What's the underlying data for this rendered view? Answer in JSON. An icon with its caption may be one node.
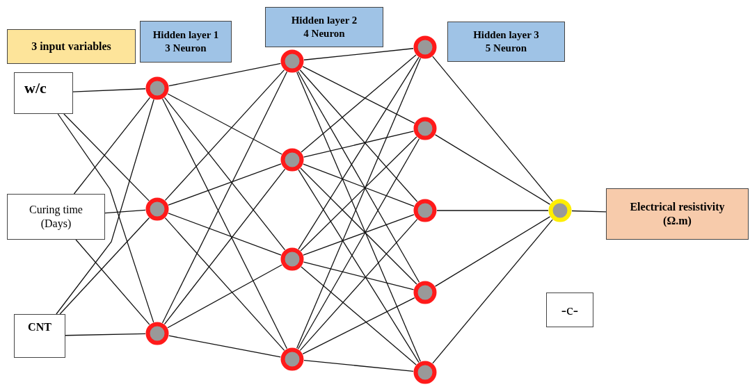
{
  "diagram": {
    "nodes": [
      {
        "text": [
          "3 input variables"
        ]
      },
      {
        "text": [
          "Hidden layer 1",
          "3 Neuron"
        ]
      },
      {
        "text": [
          "Hidden layer 2",
          "4 Neuron"
        ]
      },
      {
        "text": [
          "Hidden layer 3",
          "5 Neuron"
        ]
      },
      {
        "text": [
          "w/c"
        ]
      },
      {
        "text": [
          "Curing time (Days)"
        ]
      },
      {
        "text": [
          "CNT"
        ]
      },
      {
        "text": [],
        "shape": "circle"
      },
      {
        "text": [],
        "shape": "circle"
      },
      {
        "text": [],
        "shape": "circle"
      },
      {
        "text": [],
        "shape": "circle"
      },
      {
        "text": [],
        "shape": "circle"
      },
      {
        "text": [],
        "shape": "circle"
      },
      {
        "text": [],
        "shape": "circle"
      },
      {
        "text": [],
        "shape": "circle"
      },
      {
        "text": [],
        "shape": "circle"
      },
      {
        "text": [],
        "shape": "circle"
      },
      {
        "text": [],
        "shape": "circle"
      },
      {
        "text": [],
        "shape": "circle"
      },
      {
        "text": [],
        "shape": "circle"
      },
      {
        "text": [
          "Electrical resistivity (Ω.m)"
        ]
      },
      {
        "text": [
          "-c-"
        ]
      }
    ],
    "edges": [
      {
        "from": 4,
        "to": 7,
        "arrow": "none"
      },
      {
        "from": 4,
        "to": 8,
        "arrow": "none"
      },
      {
        "from": 4,
        "to": 9,
        "arrow": "none"
      },
      {
        "from": 5,
        "to": 7,
        "arrow": "none"
      },
      {
        "from": 5,
        "to": 8,
        "arrow": "none"
      },
      {
        "from": 5,
        "to": 9,
        "arrow": "none"
      },
      {
        "from": 6,
        "to": 7,
        "arrow": "none"
      },
      {
        "from": 6,
        "to": 8,
        "arrow": "none"
      },
      {
        "from": 6,
        "to": 9,
        "arrow": "none"
      },
      {
        "from": 7,
        "to": 10,
        "arrow": "none"
      },
      {
        "from": 7,
        "to": 11,
        "arrow": "none"
      },
      {
        "from": 7,
        "to": 12,
        "arrow": "none"
      },
      {
        "from": 7,
        "to": 13,
        "arrow": "none"
      },
      {
        "from": 8,
        "to": 10,
        "arrow": "none"
      },
      {
        "from": 8,
        "to": 11,
        "arrow": "none"
      },
      {
        "from": 8,
        "to": 12,
        "arrow": "none"
      },
      {
        "from": 8,
        "to": 13,
        "arrow": "none"
      },
      {
        "from": 9,
        "to": 10,
        "arrow": "none"
      },
      {
        "from": 9,
        "to": 11,
        "arrow": "none"
      },
      {
        "from": 9,
        "to": 12,
        "arrow": "none"
      },
      {
        "from": 9,
        "to": 13,
        "arrow": "none"
      },
      {
        "from": 10,
        "to": 14,
        "arrow": "none"
      },
      {
        "from": 10,
        "to": 15,
        "arrow": "none"
      },
      {
        "from": 10,
        "to": 16,
        "arrow": "none"
      },
      {
        "from": 10,
        "to": 17,
        "arrow": "none"
      },
      {
        "from": 10,
        "to": 18,
        "arrow": "none"
      },
      {
        "from": 11,
        "to": 14,
        "arrow": "none"
      },
      {
        "from": 11,
        "to": 15,
        "arrow": "none"
      },
      {
        "from": 11,
        "to": 16,
        "arrow": "none"
      },
      {
        "from": 11,
        "to": 17,
        "arrow": "none"
      },
      {
        "from": 11,
        "to": 18,
        "arrow": "none"
      },
      {
        "from": 12,
        "to": 14,
        "arrow": "none"
      },
      {
        "from": 12,
        "to": 15,
        "arrow": "none"
      },
      {
        "from": 12,
        "to": 16,
        "arrow": "none"
      },
      {
        "from": 12,
        "to": 17,
        "arrow": "none"
      },
      {
        "from": 12,
        "to": 18,
        "arrow": "none"
      },
      {
        "from": 13,
        "to": 14,
        "arrow": "none"
      },
      {
        "from": 13,
        "to": 15,
        "arrow": "none"
      },
      {
        "from": 13,
        "to": 16,
        "arrow": "none"
      },
      {
        "from": 13,
        "to": 17,
        "arrow": "none"
      },
      {
        "from": 13,
        "to": 18,
        "arrow": "none"
      },
      {
        "from": 14,
        "to": 19,
        "arrow": "none"
      },
      {
        "from": 15,
        "to": 19,
        "arrow": "none"
      },
      {
        "from": 16,
        "to": 19,
        "arrow": "none"
      },
      {
        "from": 17,
        "to": 19,
        "arrow": "none"
      },
      {
        "from": 18,
        "to": 19,
        "arrow": "none"
      },
      {
        "from": 19,
        "to": 20,
        "arrow": "none"
      }
    ]
  }
}
